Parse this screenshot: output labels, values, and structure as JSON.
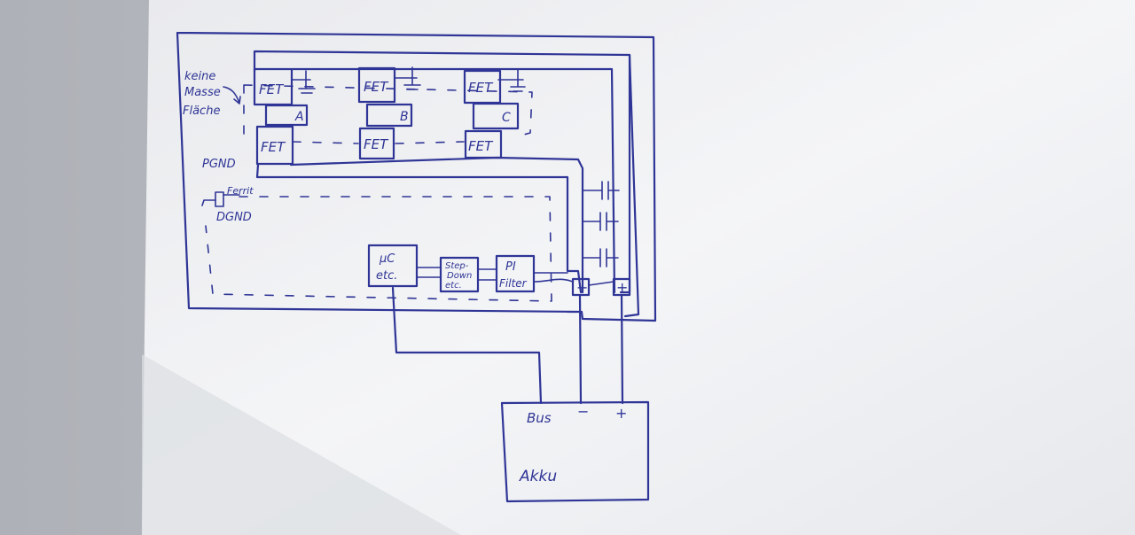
{
  "labels": {
    "keine_masse_flache": [
      "keine",
      "Masse",
      "Fläche"
    ],
    "pgnd": "PGND",
    "dgnd": "DGND",
    "ferrit": "Ferrit",
    "phase_a": "A",
    "phase_b": "B",
    "phase_c": "C",
    "fet": "FET",
    "mc": [
      "µC",
      "etc."
    ],
    "stepdown": [
      "Step-",
      "Down",
      "etc."
    ],
    "pi_filter": [
      "PI",
      "Filter"
    ],
    "minus": "−",
    "plus": "+",
    "akku": "Akku",
    "bus": "Bus"
  },
  "colors": {
    "ink": "#2f3596",
    "paper": "#f3f4f6",
    "paper_shadow": "#c4c7cc",
    "background": "#b9bcc2"
  }
}
